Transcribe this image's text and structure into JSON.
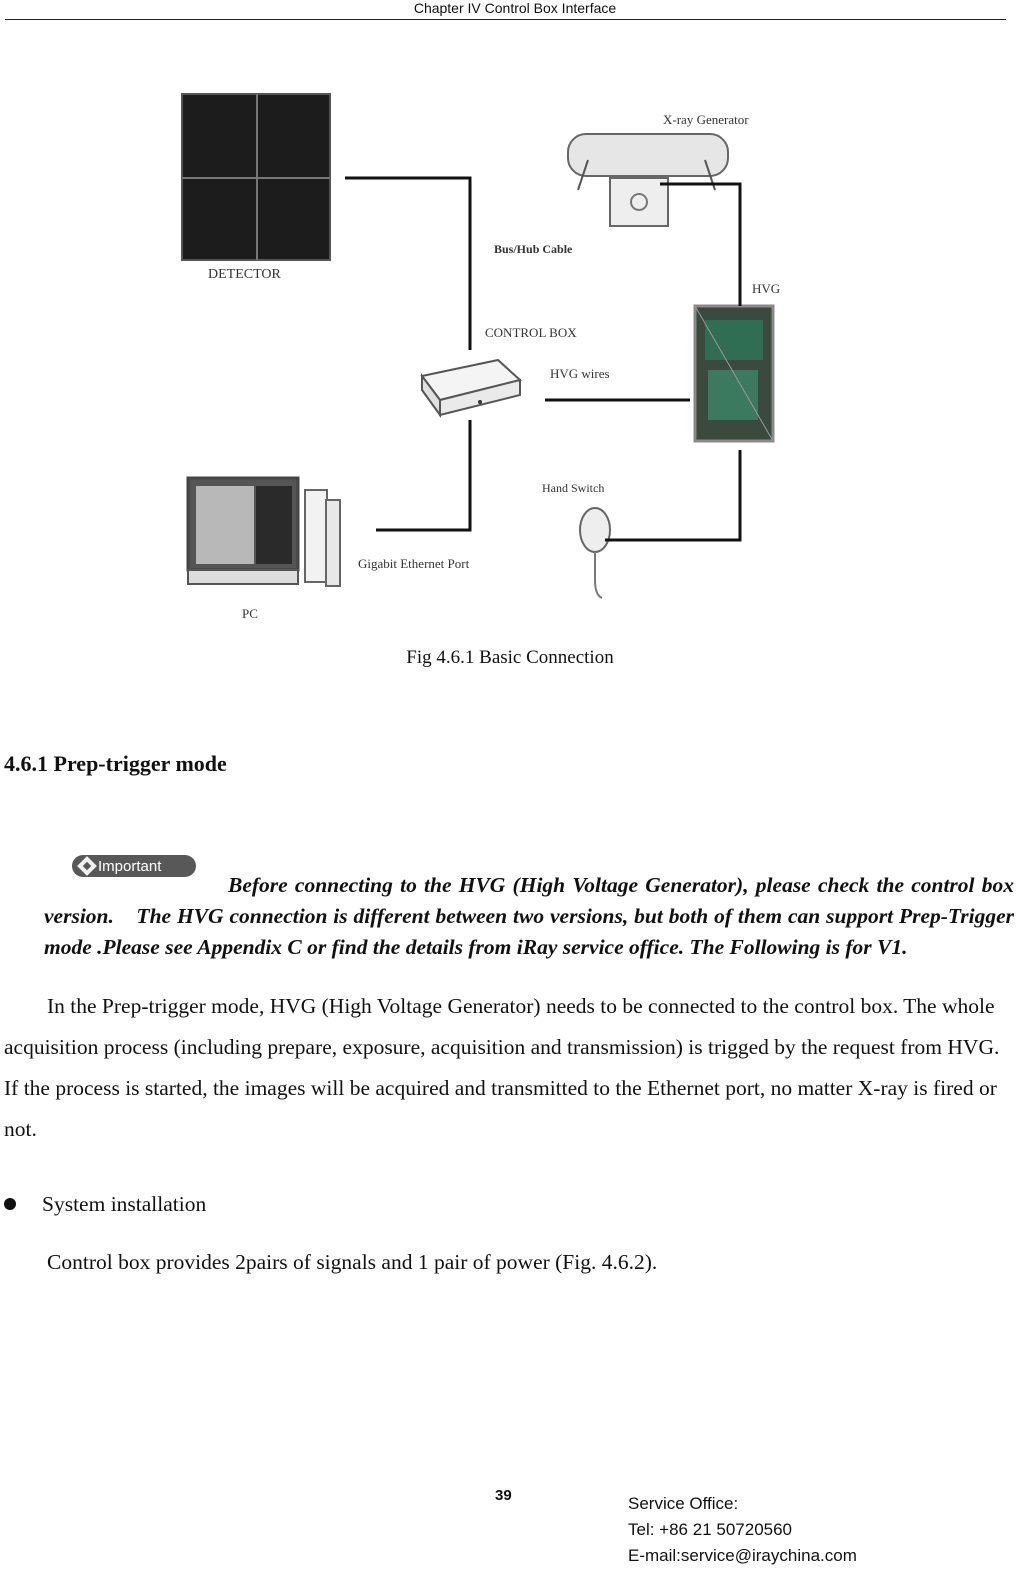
{
  "header": {
    "title": "Chapter IV Control Box Interface"
  },
  "figure": {
    "labels": {
      "detector": "DETECTOR",
      "xray_generator": "X-ray Generator",
      "bus_cable": "Bus/Hub Cable",
      "hvg": "HVG",
      "control_box": "CONTROL BOX",
      "hvg_wires": "HVG wires",
      "hand_switch": "Hand Switch",
      "ethernet_port": "Gigabit Ethernet Port",
      "pc": "PC"
    },
    "caption": "Fig 4.6.1 Basic Connection"
  },
  "section": {
    "heading": "4.6.1 Prep-trigger mode"
  },
  "important": {
    "badge_label": "Important",
    "note": "Before connecting to the HVG (High Voltage Generator), please check the control box version.　The HVG connection is different between two versions, but both of them can support Prep-Trigger mode .Please see Appendix C or find the details from iRay service office. The Following is for V1."
  },
  "body": {
    "paragraph": "In the Prep-trigger mode, HVG (High Voltage Generator) needs to be connected to the control box. The whole acquisition process (including prepare, exposure, acquisition and transmission) is trigged by the request from HVG. If the process is started, the images will be acquired and transmitted to the Ethernet port, no matter X-ray is fired or not.",
    "bullet": "System installation",
    "sub_paragraph": "Control box provides 2pairs of signals and 1 pair of power (Fig. 4.6.2)."
  },
  "footer": {
    "page_number": "39",
    "service_office": "Service Office:",
    "tel": "Tel: +86 21 50720560",
    "email": "E-mail:service@iraychina.com"
  }
}
